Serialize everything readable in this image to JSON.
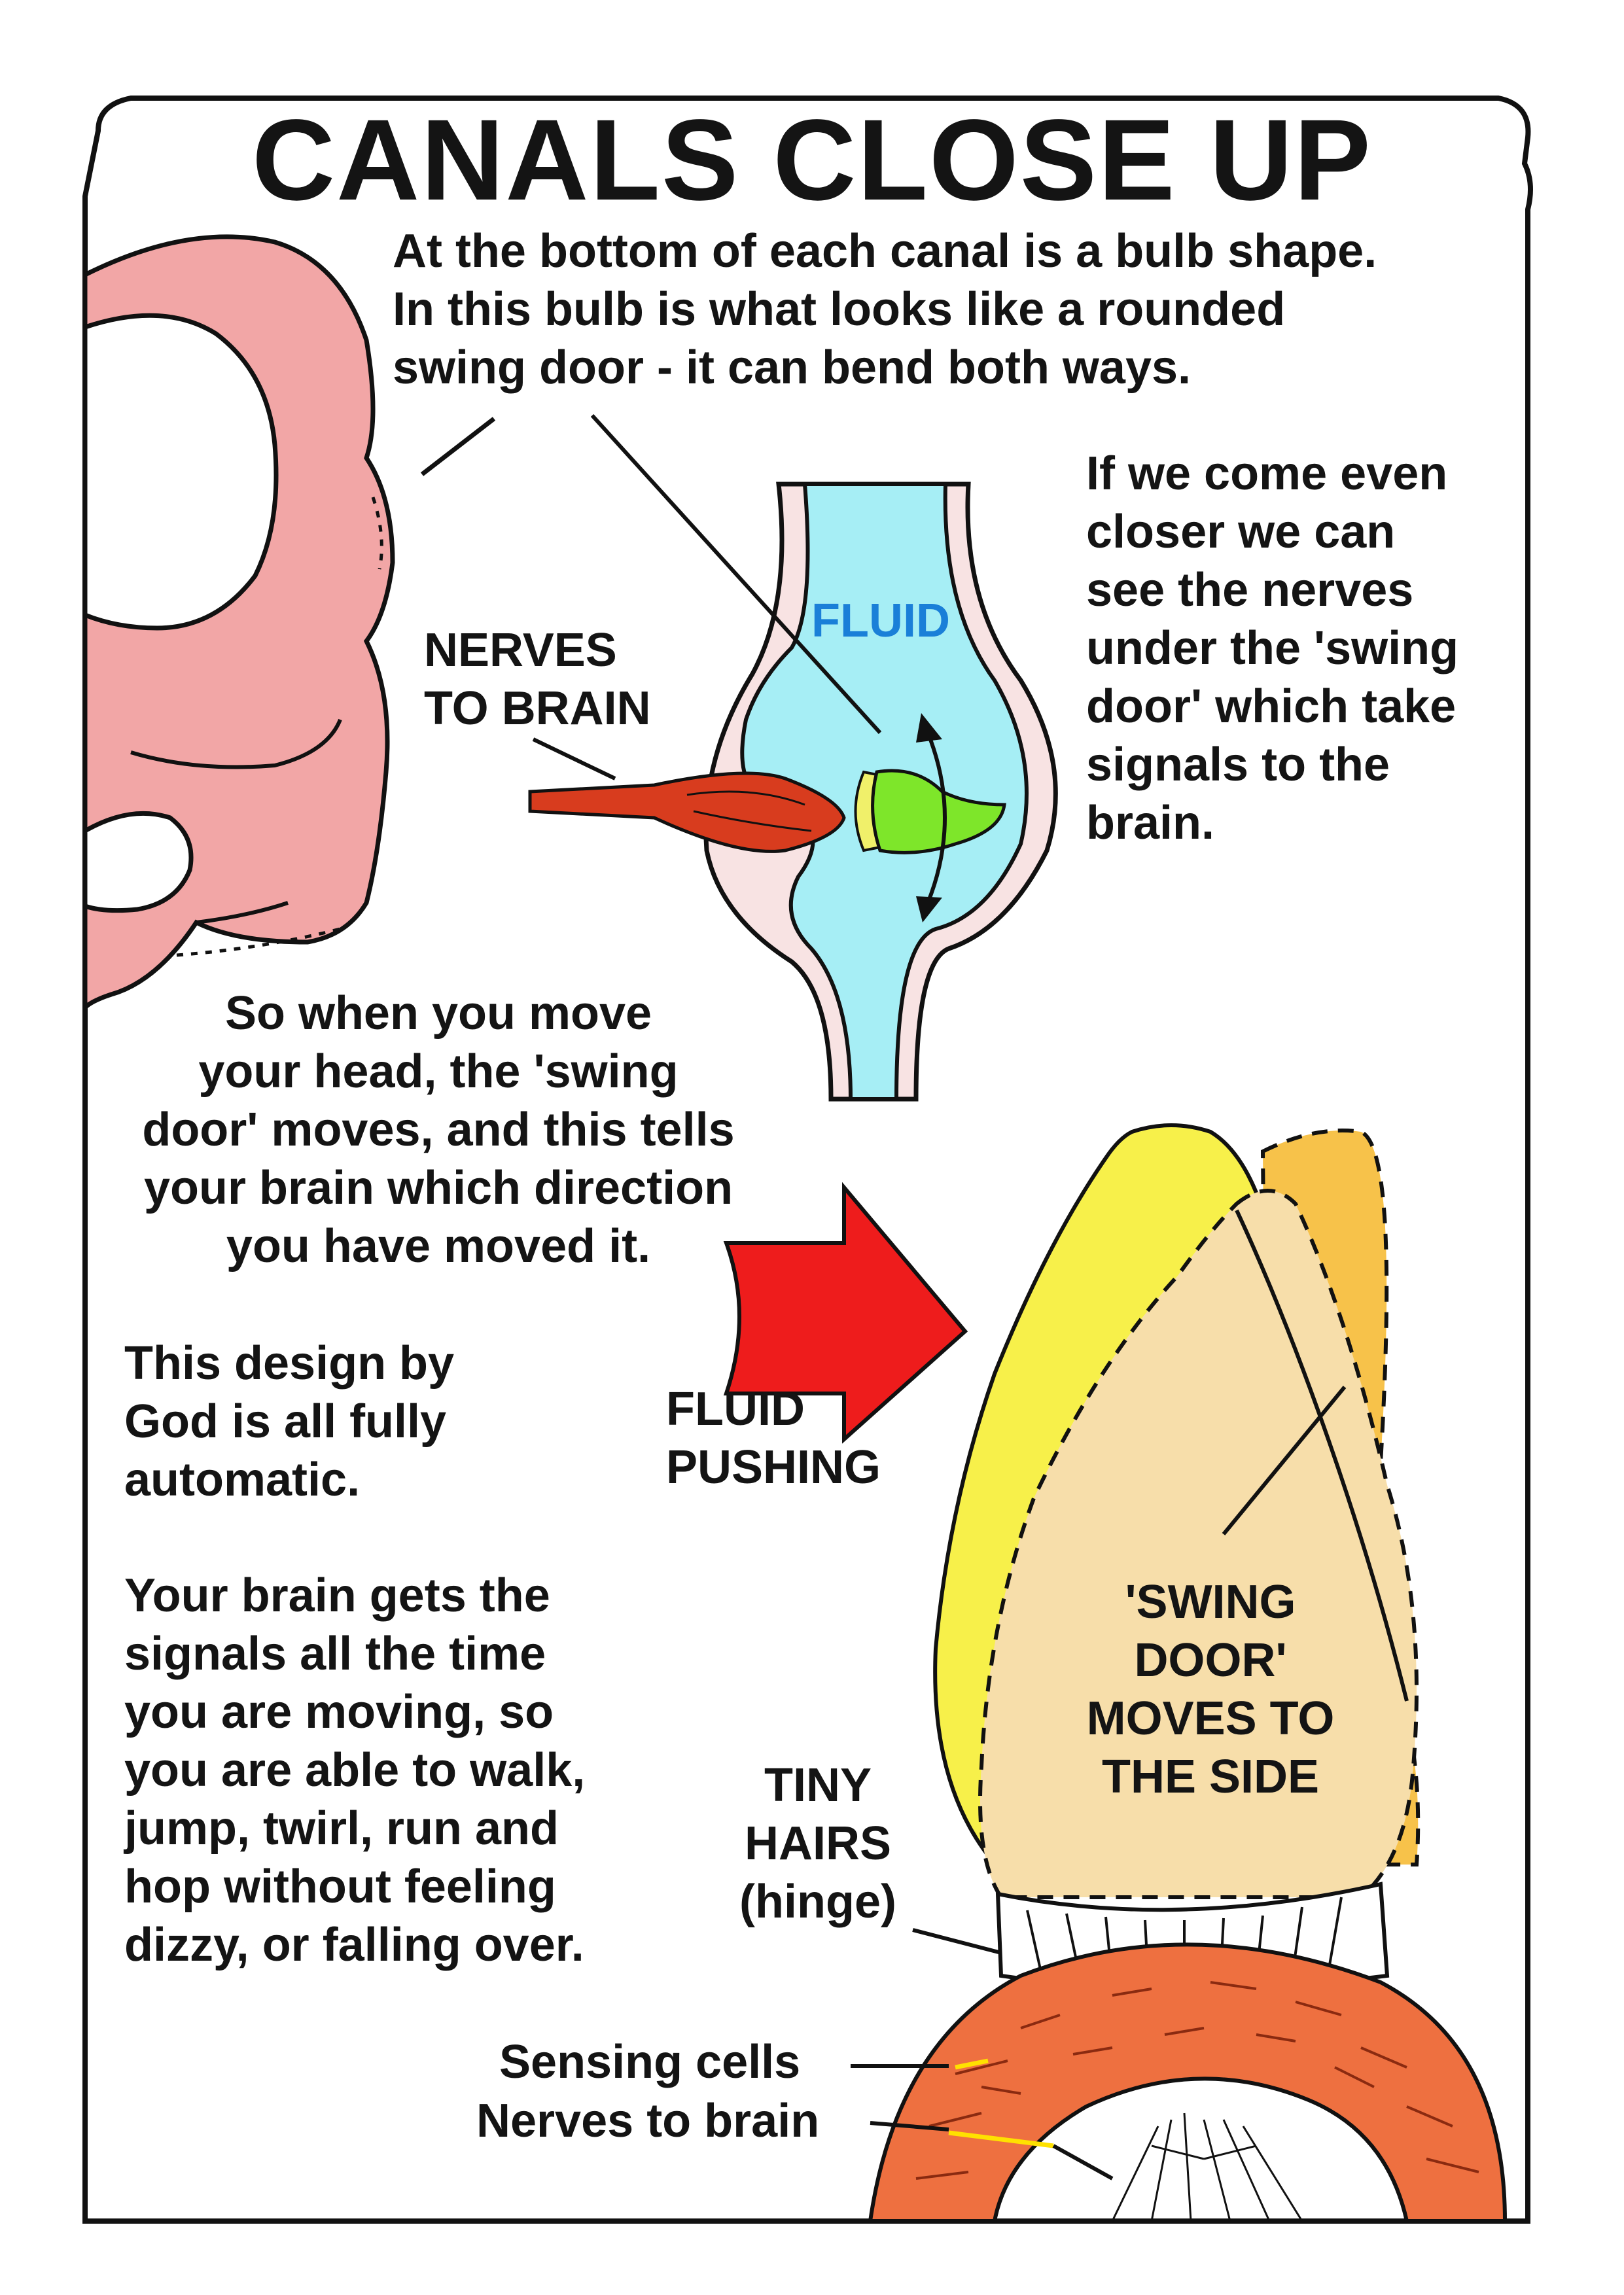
{
  "title": "CANALS CLOSE UP",
  "paragraphs": {
    "bulb_intro": "At the bottom of each canal is a bulb shape.\nIn this bulb is what looks like a rounded\nswing door - it can bend both ways.",
    "closer": "If we come even\ncloser we can\nsee the nerves\nunder the 'swing\ndoor' which take\nsignals to the\nbrain.",
    "move_head": "So when you move\nyour head, the 'swing\ndoor' moves, and this tells\nyour brain which direction\nyou have moved it.",
    "design": "This design by\nGod is all fully\nautomatic.",
    "signals": "Your brain gets the\nsignals all the time\nyou are moving, so\nyou are able to walk,\njump, twirl, run and\nhop without feeling\ndizzy, or falling over."
  },
  "labels": {
    "nerves_to_brain_top": "NERVES\nTO BRAIN",
    "fluid": "FLUID",
    "fluid_pushing": "FLUID\nPUSHING",
    "swing_door": "'SWING\nDOOR'\nMOVES TO\nTHE SIDE",
    "tiny_hairs": "TINY\nHAIRS\n(hinge)",
    "sensing_cells": "Sensing cells",
    "nerves_to_brain_bottom": "Nerves to brain"
  },
  "colors": {
    "canal_pink": "#f2a6a6",
    "fluid_blue": "#a6eef5",
    "fluid_label_blue": "#1a7fd8",
    "nerve_red": "#d83c1e",
    "door_green": "#7ee62a",
    "arrow_red": "#ee1c1c",
    "door_yellow": "#f7f04a",
    "door_orange": "#f7c24a",
    "door_tan": "#f7deaa",
    "cells_orange": "#ee7040"
  },
  "icons": {
    "arrow": "right-arrow-icon",
    "swing": "double-headed-curved-arrow-icon"
  }
}
